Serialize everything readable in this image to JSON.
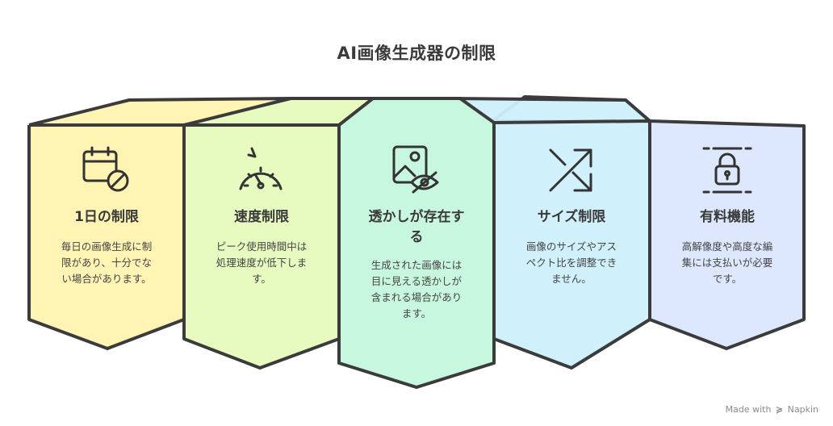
{
  "title": "AI画像生成器の制限",
  "colors": {
    "col1": "#fff3b0",
    "col2": "#e6fbbd",
    "col3": "#c8f7df",
    "col4": "#cdeffc",
    "col5": "#d9e6ff",
    "stroke": "#3b3b3b"
  },
  "columns": [
    {
      "icon": "calendar-blocked-icon",
      "title": "1日の制限",
      "desc_lines": [
        "毎日の画像生成に制",
        "限があり、十分でな",
        "い場合があります。"
      ]
    },
    {
      "icon": "speedometer-icon",
      "title": "速度制限",
      "desc_lines": [
        "ピーク使用時間中は",
        "処理速度が低下しま",
        "す。"
      ]
    },
    {
      "icon": "image-eye-icon",
      "title_lines": [
        "透かしが存在す",
        "る"
      ],
      "desc_lines": [
        "生成された画像には",
        "目に見える透かしが",
        "含まれる場合があり",
        "ます。"
      ]
    },
    {
      "icon": "shuffle-arrows-icon",
      "title": "サイズ制限",
      "desc_lines": [
        "画像のサイズやアス",
        "ペクト比を調整でき",
        "ません。"
      ]
    },
    {
      "icon": "padlock-icon",
      "title": "有料機能",
      "desc_lines": [
        "高解像度や高度な編",
        "集には支払いが必要",
        "です。"
      ]
    }
  ],
  "footer": {
    "made_with": "Made with",
    "brand": "Napkin"
  }
}
